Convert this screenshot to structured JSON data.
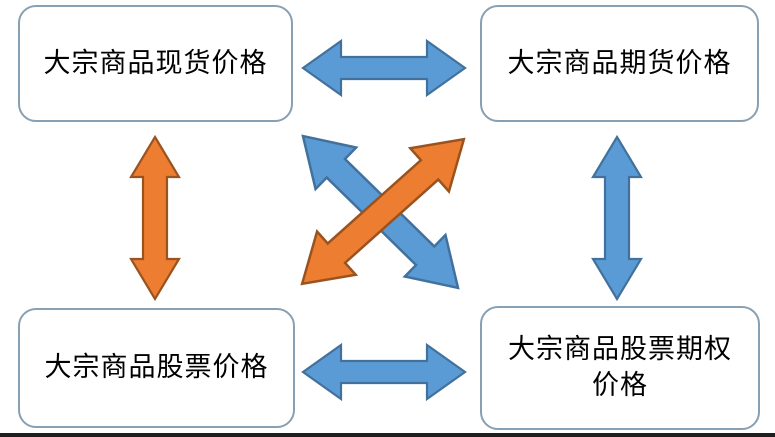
{
  "diagram": {
    "type": "relationship-diagram",
    "nodes": [
      {
        "id": "spot",
        "line1": "大宗商品现货价格",
        "line2": ""
      },
      {
        "id": "futures",
        "line1": "大宗商品期货价格",
        "line2": ""
      },
      {
        "id": "stock",
        "line1": "大宗商品股票价格",
        "line2": ""
      },
      {
        "id": "option",
        "line1": "大宗商品股票期权",
        "line2": "价格"
      }
    ],
    "connections": [
      {
        "from": "大宗商品现货价格",
        "to": "大宗商品期货价格",
        "type": "bidirectional",
        "color": "blue"
      },
      {
        "from": "大宗商品现货价格",
        "to": "大宗商品股票价格",
        "type": "bidirectional",
        "color": "orange"
      },
      {
        "from": "大宗商品期货价格",
        "to": "大宗商品股票期权价格",
        "type": "bidirectional",
        "color": "blue"
      },
      {
        "from": "大宗商品股票价格",
        "to": "大宗商品股票期权价格",
        "type": "bidirectional",
        "color": "blue"
      },
      {
        "from": "大宗商品现货价格",
        "to": "大宗商品股票期权价格",
        "type": "bidirectional",
        "color": "blue"
      },
      {
        "from": "大宗商品股票价格",
        "to": "大宗商品期货价格",
        "type": "bidirectional",
        "color": "orange"
      }
    ]
  },
  "colors": {
    "blue_fill": "#5B9BD5",
    "blue_stroke": "#41719C",
    "orange_fill": "#ED7D31",
    "orange_stroke": "#9A531E",
    "box_border": "#87A0B4",
    "baseline": "#1F1F1F"
  }
}
